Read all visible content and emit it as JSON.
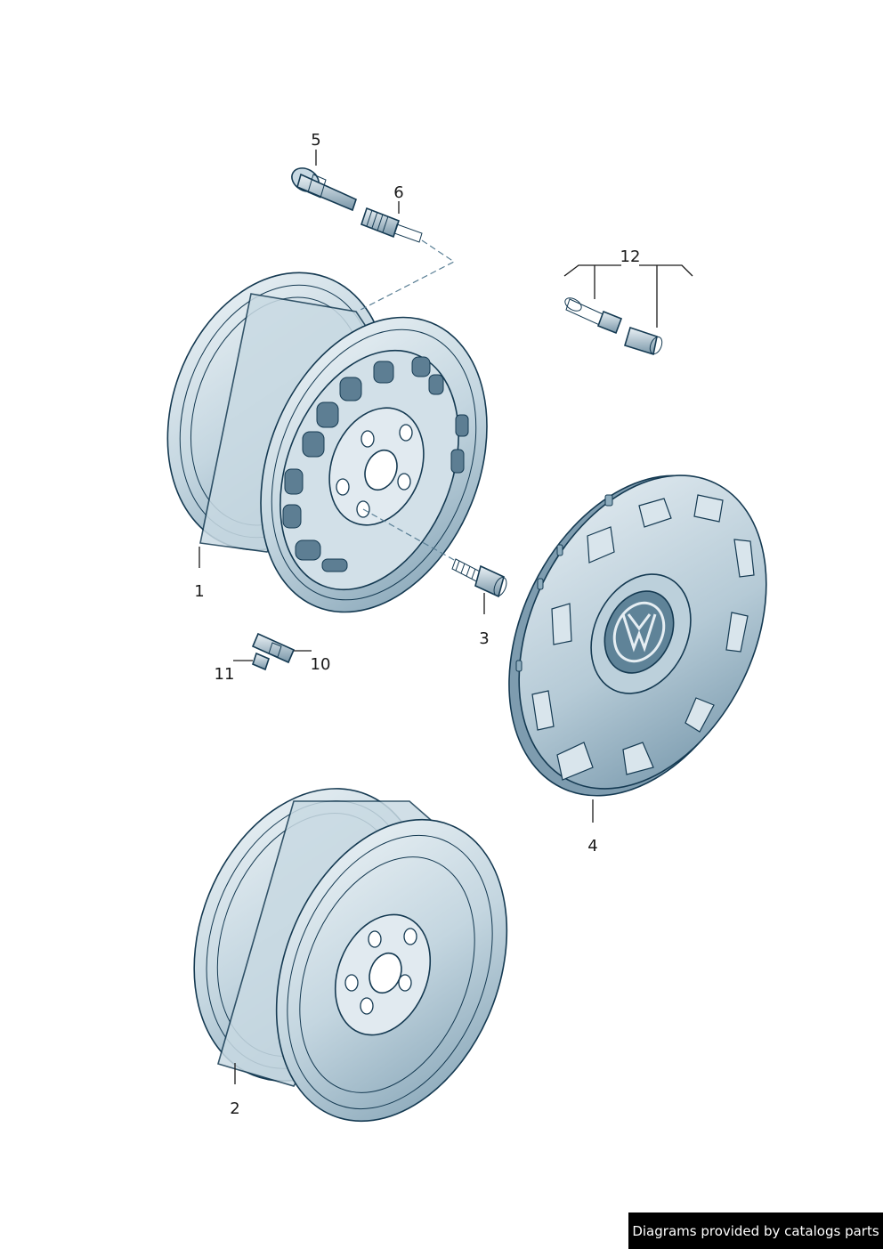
{
  "callouts": {
    "c1": "1",
    "c2": "2",
    "c3": "3",
    "c4": "4",
    "c5": "5",
    "c6": "6",
    "c10": "10",
    "c11": "11",
    "c12": "12"
  },
  "credit": "Diagrams provided by catalogs parts",
  "colors": {
    "metal_light": "#dfe9ef",
    "metal_mid": "#a9c1cf",
    "metal_dark": "#5f8398",
    "outline": "#153a52",
    "hole": "#5d7e93"
  },
  "icons": {
    "logo": "vw-logo"
  }
}
